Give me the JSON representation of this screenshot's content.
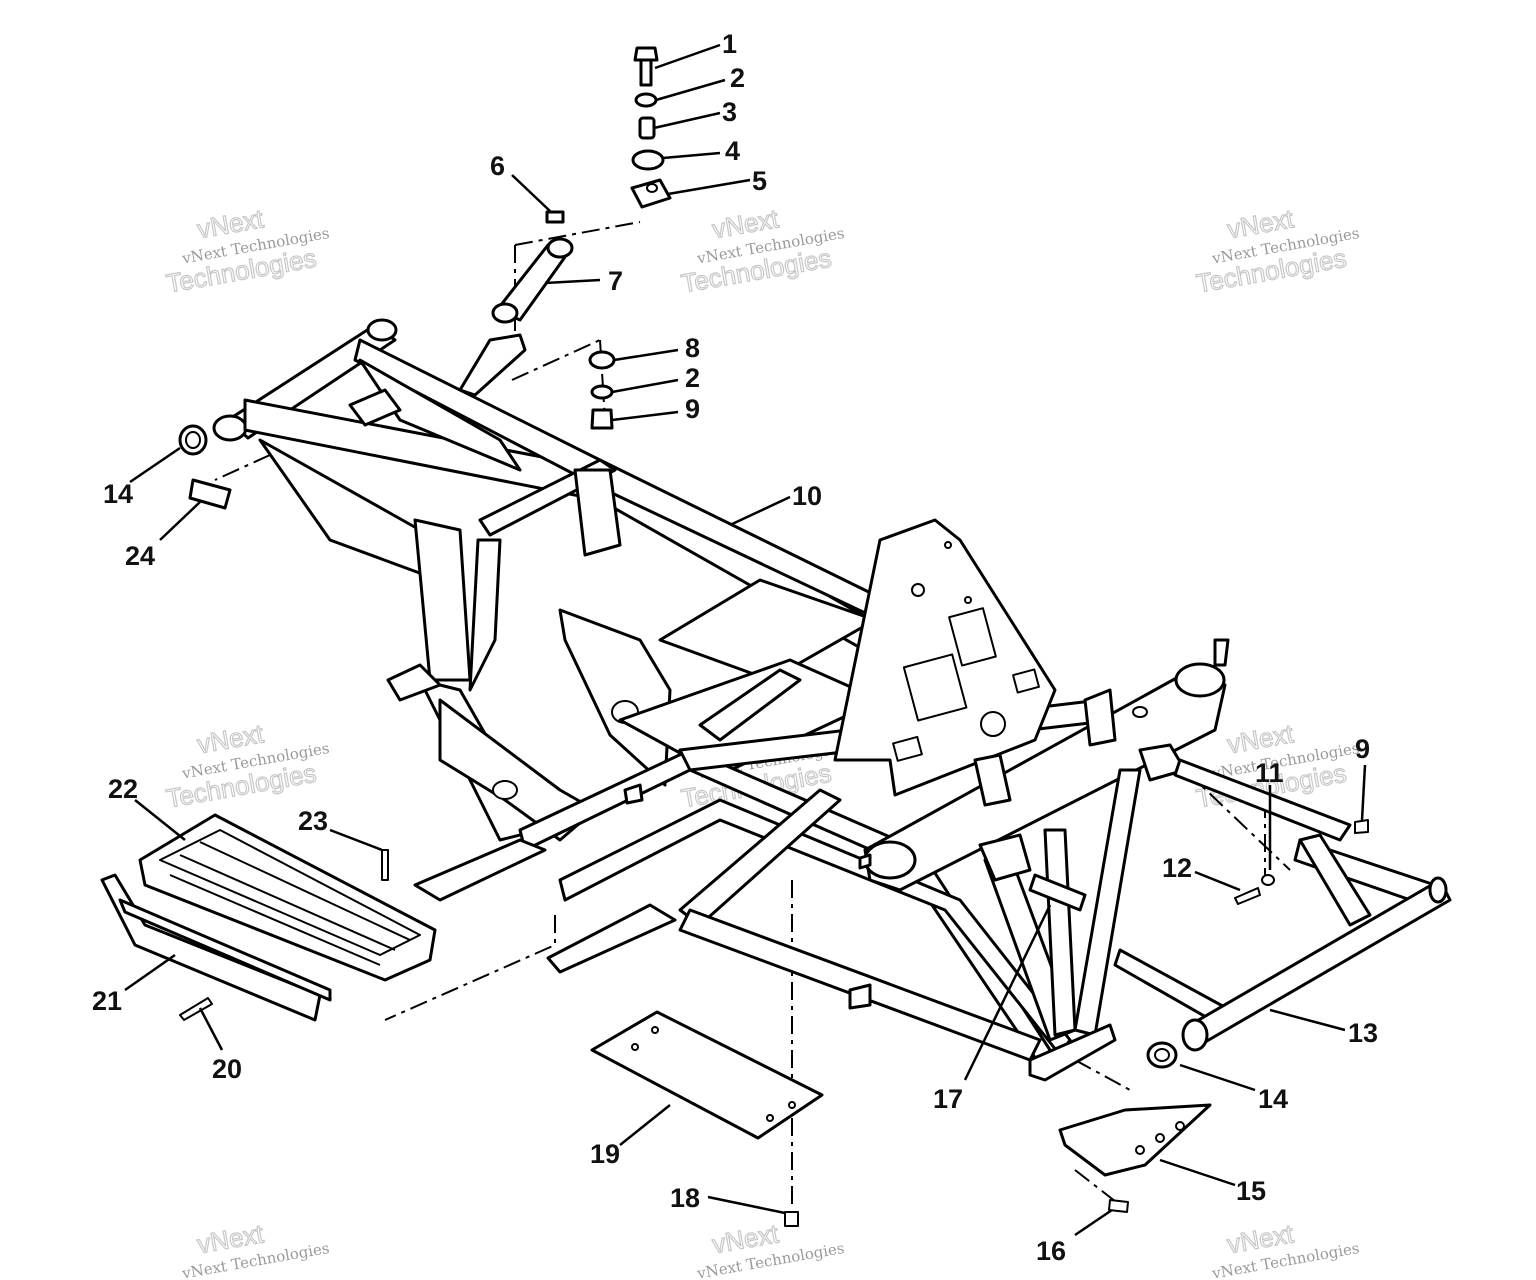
{
  "diagram": {
    "watermark": {
      "line1": "vNext",
      "line2": "vNext Technologies",
      "line3": "Technologies"
    },
    "callouts": [
      {
        "n": "1",
        "label": "1"
      },
      {
        "n": "2",
        "label": "2"
      },
      {
        "n": "3",
        "label": "3"
      },
      {
        "n": "4",
        "label": "4"
      },
      {
        "n": "5",
        "label": "5"
      },
      {
        "n": "6",
        "label": "6"
      },
      {
        "n": "7",
        "label": "7"
      },
      {
        "n": "8",
        "label": "8"
      },
      {
        "n": "2b",
        "label": "2"
      },
      {
        "n": "9",
        "label": "9"
      },
      {
        "n": "10",
        "label": "10"
      },
      {
        "n": "14",
        "label": "14"
      },
      {
        "n": "24",
        "label": "24"
      },
      {
        "n": "22",
        "label": "22"
      },
      {
        "n": "23",
        "label": "23"
      },
      {
        "n": "21",
        "label": "21"
      },
      {
        "n": "20",
        "label": "20"
      },
      {
        "n": "9b",
        "label": "9"
      },
      {
        "n": "11",
        "label": "11"
      },
      {
        "n": "12",
        "label": "12"
      },
      {
        "n": "13",
        "label": "13"
      },
      {
        "n": "14b",
        "label": "14"
      },
      {
        "n": "17",
        "label": "17"
      },
      {
        "n": "15",
        "label": "15"
      },
      {
        "n": "16",
        "label": "16"
      },
      {
        "n": "19",
        "label": "19"
      },
      {
        "n": "18",
        "label": "18"
      }
    ]
  }
}
